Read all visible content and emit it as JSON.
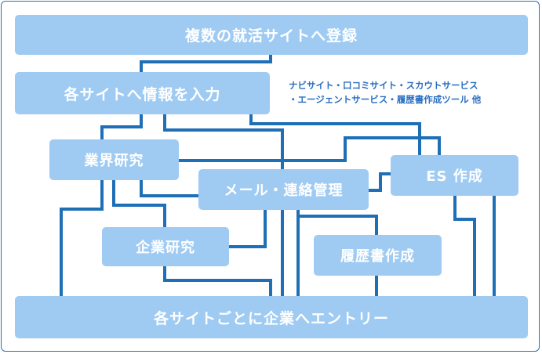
{
  "diagram": {
    "register": "複数の就活サイトへ登録",
    "input": "各サイトへ情報を入力",
    "note_line1": "ナビサイト・口コミサイト・スカウトサービス",
    "note_line2": "・エージェントサービス・履歴書作成ツール 他",
    "industry_research": "業界研究",
    "mail_management": "メール・連絡管理",
    "es": "ES 作成",
    "company_research": "企業研究",
    "resume": "履歴書作成",
    "entry": "各サイトごとに企業へエントリー"
  },
  "colors": {
    "box_fill": "#9fcbf3",
    "line": "#1f6fb6",
    "note_text": "#2a6fc0"
  }
}
